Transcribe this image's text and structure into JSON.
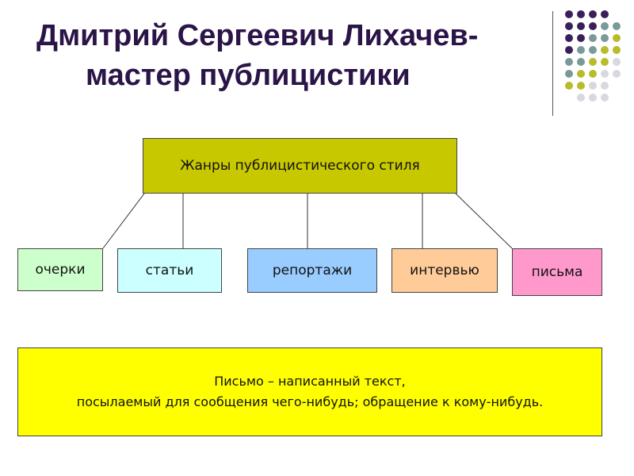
{
  "title": {
    "line1": "Дмитрий Сергеевич Лихачев-",
    "line2": "мастер публицистики"
  },
  "decor": {
    "dot_colors": [
      "#3b1f5c",
      "#7a9a9a",
      "#b8bc2a",
      "#d8d8e0"
    ]
  },
  "diagram": {
    "root": "Жанры публицистического стиля",
    "children": [
      "очерки",
      "статьи",
      "репортажи",
      "интервью",
      "письма"
    ]
  },
  "note": {
    "line1": "Письмо – написанный текст,",
    "line2": "посылаемый для сообщения чего-нибудь; обращение к кому-нибудь."
  }
}
